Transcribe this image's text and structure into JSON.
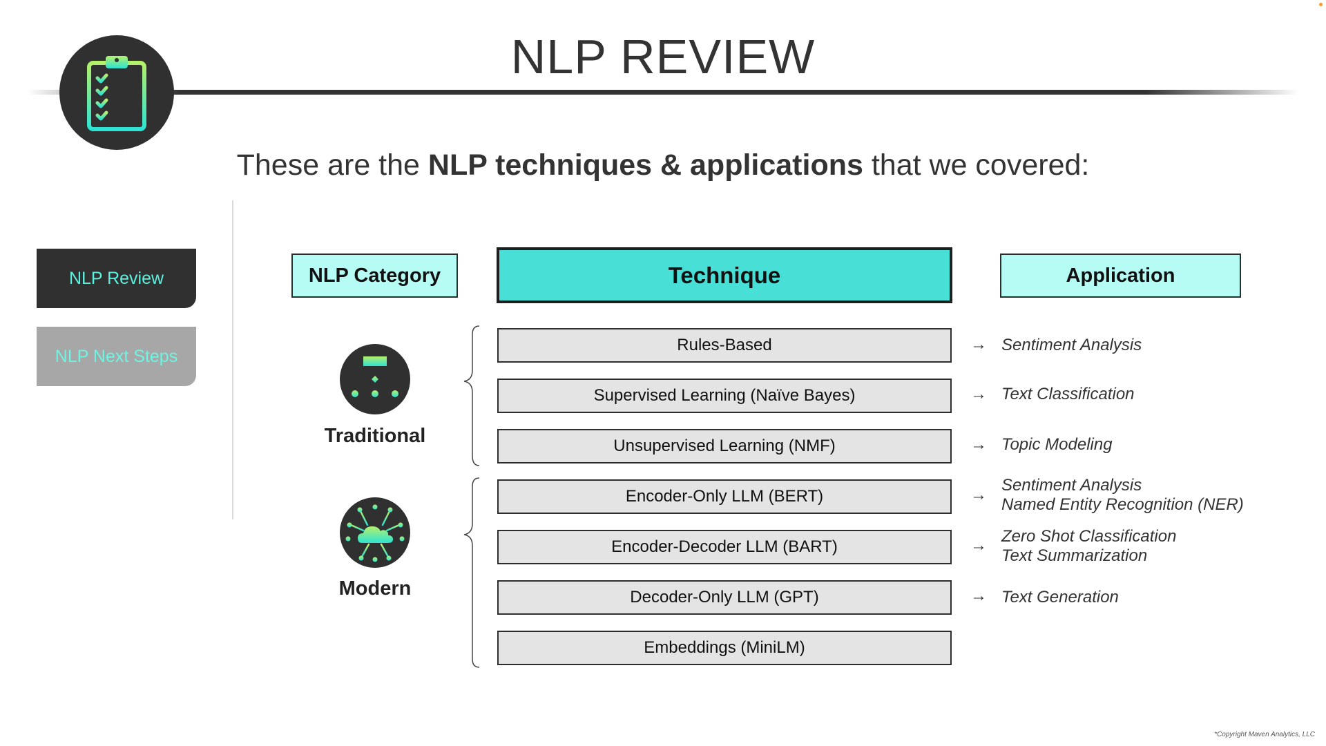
{
  "slide": {
    "title": "NLP REVIEW",
    "subtitle_pre": "These are the ",
    "subtitle_bold": "NLP techniques & applications",
    "subtitle_post": " that we covered:",
    "copyright": "*Copyright Maven Analytics, LLC"
  },
  "logo": {
    "icon": "clipboard-checklist-icon"
  },
  "sidebar": {
    "items": [
      {
        "label": "NLP Review",
        "active": true
      },
      {
        "label": "NLP Next Steps",
        "active": false
      }
    ]
  },
  "table": {
    "headers": {
      "category": "NLP Category",
      "technique": "Technique",
      "application": "Application"
    },
    "categories": [
      {
        "label": "Traditional",
        "icon": "hierarchy-icon"
      },
      {
        "label": "Modern",
        "icon": "cloud-network-icon"
      }
    ],
    "rows": [
      {
        "technique": "Rules-Based",
        "applications": [
          "Sentiment Analysis"
        ]
      },
      {
        "technique": "Supervised Learning (Naïve Bayes)",
        "applications": [
          "Text Classification"
        ]
      },
      {
        "technique": "Unsupervised Learning (NMF)",
        "applications": [
          "Topic Modeling"
        ]
      },
      {
        "technique": "Encoder-Only LLM (BERT)",
        "applications": [
          "Sentiment Analysis",
          "Named Entity Recognition (NER)"
        ]
      },
      {
        "technique": "Encoder-Decoder LLM (BART)",
        "applications": [
          "Zero Shot Classification",
          "Text Summarization"
        ]
      },
      {
        "technique": "Decoder-Only LLM (GPT)",
        "applications": [
          "Text Generation"
        ]
      },
      {
        "technique": "Embeddings (MiniLM)",
        "applications": []
      }
    ],
    "arrow_glyph": "→"
  },
  "colors": {
    "accent": "#48e0d6",
    "accent_light": "#b7fcf4",
    "dark": "#303030",
    "row_fill": "#e4e4e4"
  }
}
